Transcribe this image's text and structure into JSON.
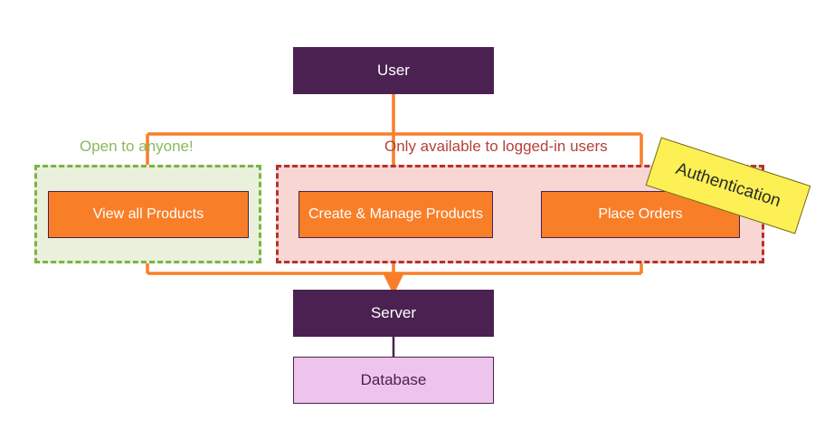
{
  "diagram": {
    "title": "Client-Server Access Control Diagram",
    "colors": {
      "node_dark_purple": "#4a2150",
      "node_orange": "#f97e28",
      "node_lavender": "#eec4ec",
      "public_border": "#7cb342",
      "public_fill": "#e9f0dc",
      "public_text": "#8cb85c",
      "private_border": "#b5322c",
      "private_fill": "#f8d6d4",
      "private_text": "#b5413a",
      "arrow": "#f97e28",
      "sticker_fill": "#fdf054",
      "connector_purple": "#4a2150"
    },
    "nodes": {
      "user": "User",
      "view_products": "View all Products",
      "create_manage": "Create & Manage Products",
      "place_orders": "Place Orders",
      "server": "Server",
      "database": "Database"
    },
    "regions": {
      "public_caption": "Open to anyone!",
      "private_caption": "Only available to logged-in users"
    },
    "sticker": {
      "label": "Authentication"
    }
  }
}
